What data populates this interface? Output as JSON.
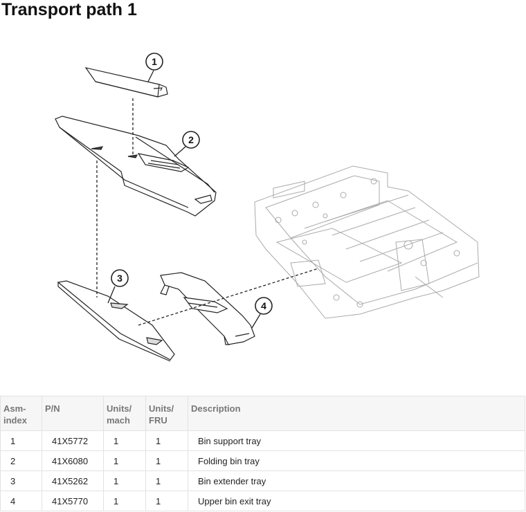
{
  "title": "Transport path 1",
  "callouts": [
    "1",
    "2",
    "3",
    "4"
  ],
  "table": {
    "headers": [
      [
        "Asm-",
        "index"
      ],
      [
        "P/N"
      ],
      [
        "Units/",
        "mach"
      ],
      [
        "Units/",
        "FRU"
      ],
      [
        "Description"
      ]
    ],
    "rows": [
      {
        "index": "1",
        "pn": "41X5772",
        "units_mach": "1",
        "units_fru": "1",
        "description": "Bin support tray"
      },
      {
        "index": "2",
        "pn": "41X6080",
        "units_mach": "1",
        "units_fru": "1",
        "description": "Folding bin tray"
      },
      {
        "index": "3",
        "pn": "41X5262",
        "units_mach": "1",
        "units_fru": "1",
        "description": "Bin extender tray"
      },
      {
        "index": "4",
        "pn": "41X5770",
        "units_mach": "1",
        "units_fru": "1",
        "description": "Upper bin exit tray"
      }
    ]
  }
}
